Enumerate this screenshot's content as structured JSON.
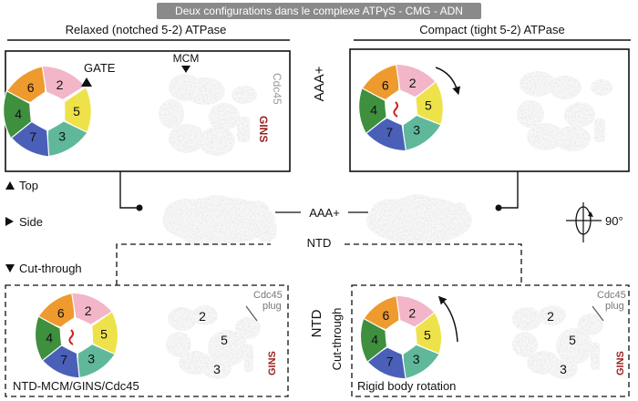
{
  "title": "Deux configurations dans le complexe ATPγS - CMG - ADN",
  "left_header": "Relaxed (notched 5-2) ATPase",
  "right_header": "Compact (tight 5-2) ATPase",
  "labels": {
    "gate": "GATE",
    "mcm": "MCM",
    "cdc45": "Cdc45",
    "gins": "GINS",
    "aaa_plus": "AAA+",
    "ntd": "NTD",
    "cut_through": "Cut-through",
    "cdc45_plug_line1": "Cdc45",
    "cdc45_plug_line2": "plug",
    "rotation_angle": "90°"
  },
  "legend": {
    "top": "Top",
    "side": "Side",
    "cut_through": "Cut-through"
  },
  "captions": {
    "bottom_left": "NTD-MCM/GINS/Cdc45",
    "bottom_right": "Rigid body rotation"
  },
  "subunits": {
    "top_left": [
      "6",
      "2",
      "5",
      "3",
      "7",
      "4"
    ],
    "top_right": [
      "6",
      "2",
      "5",
      "3",
      "7",
      "4"
    ],
    "bottom_left": [
      "6",
      "2",
      "5",
      "3",
      "7",
      "4"
    ],
    "bottom_right": [
      "6",
      "2",
      "5",
      "3",
      "7",
      "4"
    ],
    "bottom_left_map": [
      "2",
      "5",
      "3"
    ],
    "bottom_right_map": [
      "2",
      "5",
      "3"
    ]
  },
  "colors": {
    "mcm2": "#f2b6c8",
    "mcm3": "#5fb89a",
    "mcm4": "#3e8f3e",
    "mcm5": "#eee24a",
    "mcm6": "#ef9a2e",
    "mcm7": "#4a5fb8",
    "gins": "#c0392b",
    "cdc45": "#bbbbbb",
    "dna": "#cc2222"
  }
}
